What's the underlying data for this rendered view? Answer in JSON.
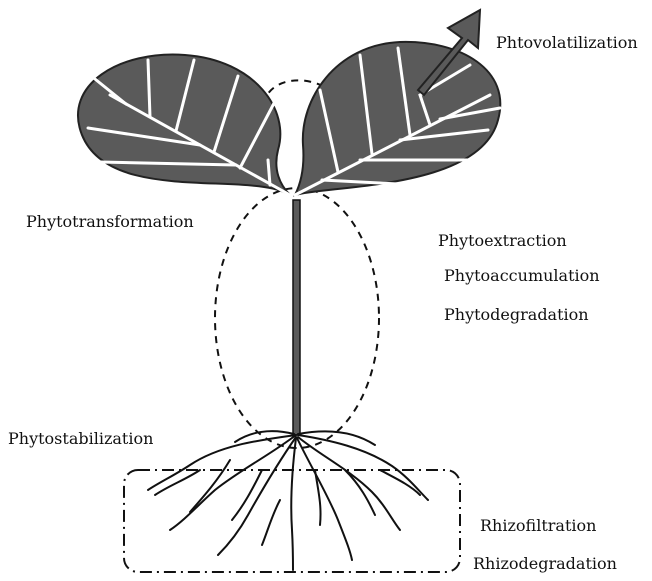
{
  "labels": {
    "phytovolatilization": "Phtovolatilization",
    "phytotransformation": "Phytotransformation",
    "phytoextraction": "Phytoextraction",
    "phytoaccumulation": "Phytoaccumulation",
    "phytodegradation": "Phytodegradation",
    "phytostabilization": "Phytostabilization",
    "rhizofiltration": "Rhizofiltration",
    "rhizodegradation": "Rhizodegradation"
  },
  "colors": {
    "leaf_fill": "#5a5a5a",
    "vein": "#ffffff",
    "outline": "#111111",
    "background": "#ffffff"
  }
}
